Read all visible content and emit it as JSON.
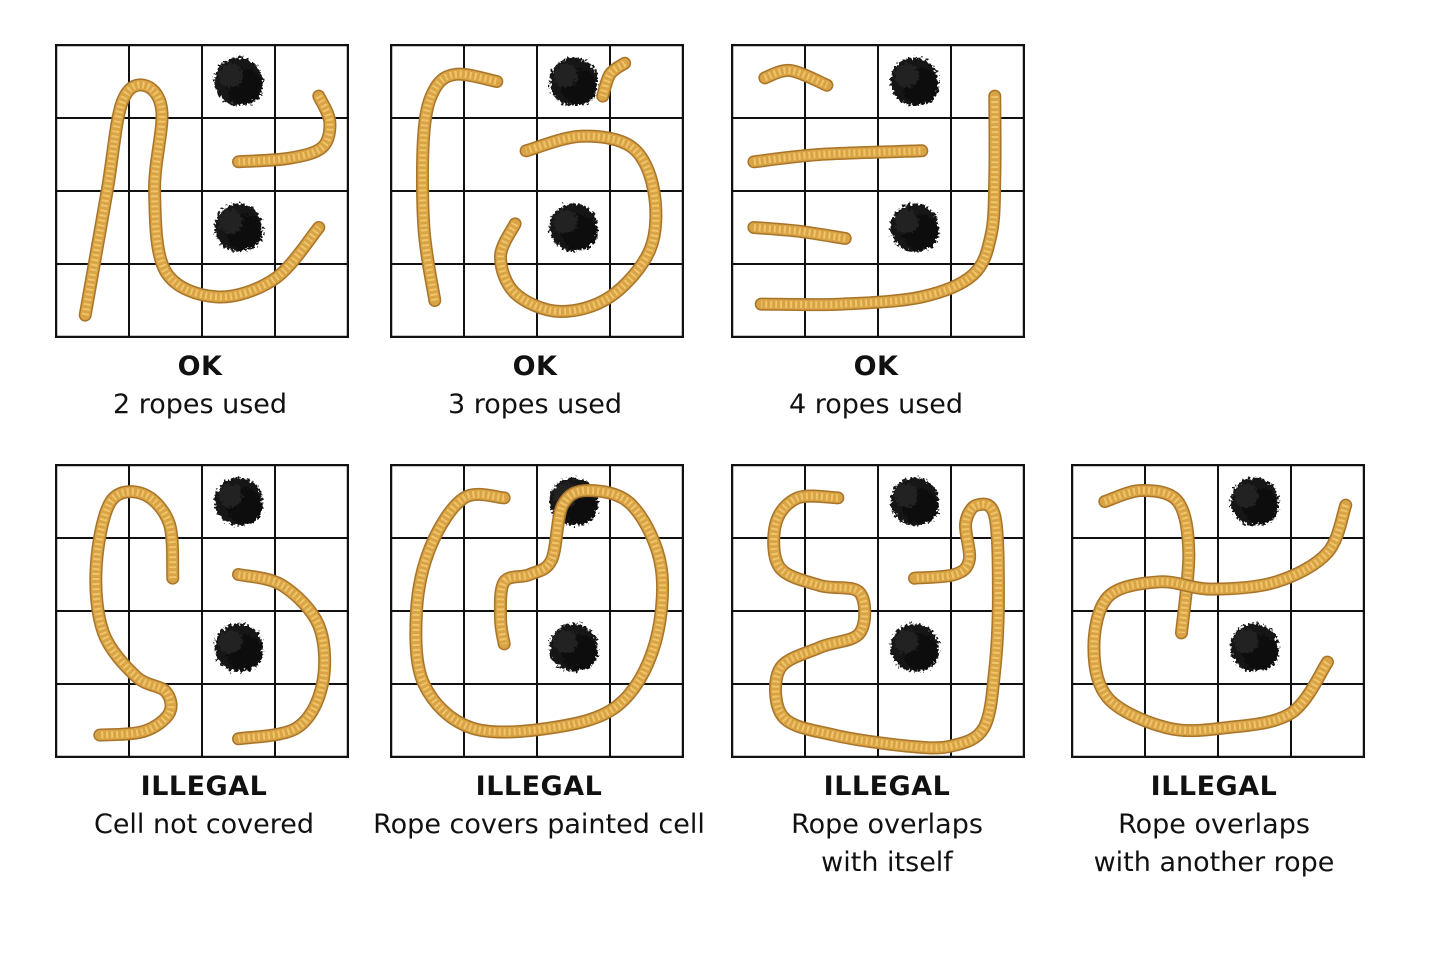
{
  "panels": [
    {
      "verdict": "OK",
      "desc": "2 ropes used",
      "painted": [
        [
          0,
          2
        ],
        [
          2,
          2
        ]
      ],
      "ropes": [
        [
          [
            0.4,
            3.7
          ],
          [
            0.7,
            2.0
          ],
          [
            0.9,
            0.8
          ],
          [
            1.2,
            0.55
          ],
          [
            1.45,
            0.9
          ],
          [
            1.35,
            2.0
          ],
          [
            1.5,
            3.1
          ],
          [
            2.2,
            3.45
          ],
          [
            3.0,
            3.2
          ],
          [
            3.6,
            2.5
          ]
        ],
        [
          [
            3.6,
            0.7
          ],
          [
            3.75,
            1.05
          ],
          [
            3.65,
            1.4
          ],
          [
            3.2,
            1.55
          ],
          [
            2.5,
            1.6
          ]
        ]
      ]
    },
    {
      "verdict": "OK",
      "desc": "3 ropes used",
      "painted": [
        [
          0,
          2
        ],
        [
          2,
          2
        ]
      ],
      "ropes": [
        [
          [
            0.6,
            3.5
          ],
          [
            0.45,
            2.5
          ],
          [
            0.45,
            1.2
          ],
          [
            0.6,
            0.6
          ],
          [
            0.9,
            0.4
          ],
          [
            1.45,
            0.5
          ]
        ],
        [
          [
            3.2,
            0.25
          ],
          [
            3.0,
            0.4
          ],
          [
            2.9,
            0.7
          ]
        ],
        [
          [
            1.7,
            2.45
          ],
          [
            1.5,
            2.9
          ],
          [
            1.7,
            3.4
          ],
          [
            2.3,
            3.65
          ],
          [
            3.0,
            3.45
          ],
          [
            3.55,
            2.8
          ],
          [
            3.6,
            2.0
          ],
          [
            3.3,
            1.4
          ],
          [
            2.6,
            1.25
          ],
          [
            1.85,
            1.45
          ]
        ]
      ]
    },
    {
      "verdict": "OK",
      "desc": "4 ropes used",
      "painted": [
        [
          0,
          2
        ],
        [
          2,
          2
        ]
      ],
      "ropes": [
        [
          [
            0.45,
            0.45
          ],
          [
            0.8,
            0.35
          ],
          [
            1.3,
            0.55
          ]
        ],
        [
          [
            0.3,
            1.6
          ],
          [
            1.2,
            1.5
          ],
          [
            2.6,
            1.45
          ]
        ],
        [
          [
            0.3,
            2.5
          ],
          [
            0.9,
            2.55
          ],
          [
            1.55,
            2.65
          ]
        ],
        [
          [
            3.6,
            0.7
          ],
          [
            3.6,
            1.8
          ],
          [
            3.55,
            2.6
          ],
          [
            3.3,
            3.15
          ],
          [
            2.6,
            3.45
          ],
          [
            1.5,
            3.55
          ],
          [
            0.4,
            3.55
          ]
        ]
      ]
    },
    {
      "verdict": "ILLEGAL",
      "desc": "Cell not covered",
      "painted": [
        [
          0,
          2
        ],
        [
          2,
          2
        ]
      ],
      "ropes": [
        [
          [
            1.6,
            1.55
          ],
          [
            1.55,
            0.8
          ],
          [
            1.2,
            0.4
          ],
          [
            0.75,
            0.5
          ],
          [
            0.55,
            1.4
          ],
          [
            0.65,
            2.3
          ],
          [
            1.1,
            2.9
          ],
          [
            1.5,
            3.1
          ],
          [
            1.55,
            3.4
          ],
          [
            1.2,
            3.65
          ],
          [
            0.6,
            3.7
          ]
        ],
        [
          [
            2.5,
            1.5
          ],
          [
            3.1,
            1.65
          ],
          [
            3.6,
            2.2
          ],
          [
            3.65,
            3.0
          ],
          [
            3.3,
            3.6
          ],
          [
            2.5,
            3.75
          ]
        ]
      ]
    },
    {
      "verdict": "ILLEGAL",
      "desc": "Rope covers painted cell",
      "painted": [
        [
          0,
          2
        ],
        [
          2,
          2
        ]
      ],
      "ropes": [
        [
          [
            1.55,
            0.45
          ],
          [
            1.0,
            0.45
          ],
          [
            0.55,
            1.1
          ],
          [
            0.35,
            2.0
          ],
          [
            0.45,
            3.0
          ],
          [
            1.1,
            3.6
          ],
          [
            2.2,
            3.6
          ],
          [
            3.1,
            3.3
          ],
          [
            3.6,
            2.5
          ],
          [
            3.7,
            1.4
          ],
          [
            3.3,
            0.55
          ],
          [
            2.7,
            0.35
          ],
          [
            2.35,
            0.55
          ],
          [
            2.2,
            1.3
          ],
          [
            1.9,
            1.5
          ],
          [
            1.55,
            1.6
          ],
          [
            1.5,
            2.1
          ],
          [
            1.55,
            2.45
          ]
        ]
      ]
    },
    {
      "verdict": "ILLEGAL",
      "desc": "Rope overlaps\nwith itself",
      "painted": [
        [
          0,
          2
        ],
        [
          2,
          2
        ]
      ],
      "ropes": [
        [
          [
            1.45,
            0.45
          ],
          [
            0.9,
            0.45
          ],
          [
            0.6,
            0.8
          ],
          [
            0.65,
            1.4
          ],
          [
            1.2,
            1.65
          ],
          [
            1.75,
            1.75
          ],
          [
            1.75,
            2.3
          ],
          [
            1.2,
            2.5
          ],
          [
            0.65,
            2.8
          ],
          [
            0.7,
            3.45
          ],
          [
            1.4,
            3.7
          ],
          [
            2.4,
            3.85
          ],
          [
            3.0,
            3.85
          ],
          [
            3.45,
            3.6
          ],
          [
            3.6,
            2.8
          ],
          [
            3.65,
            1.8
          ],
          [
            3.6,
            0.7
          ],
          [
            3.35,
            0.55
          ],
          [
            3.2,
            0.8
          ],
          [
            3.25,
            1.3
          ],
          [
            3.05,
            1.5
          ],
          [
            2.5,
            1.55
          ]
        ]
      ]
    },
    {
      "verdict": "ILLEGAL",
      "desc": "Rope overlaps\nwith another rope",
      "painted": [
        [
          0,
          2
        ],
        [
          2,
          2
        ]
      ],
      "ropes": [
        [
          [
            0.45,
            0.5
          ],
          [
            0.95,
            0.35
          ],
          [
            1.45,
            0.5
          ],
          [
            1.6,
            1.2
          ],
          [
            1.5,
            2.3
          ]
        ],
        [
          [
            3.75,
            0.55
          ],
          [
            3.5,
            1.2
          ],
          [
            2.8,
            1.6
          ],
          [
            1.9,
            1.7
          ],
          [
            1.2,
            1.6
          ],
          [
            0.5,
            1.8
          ],
          [
            0.3,
            2.5
          ],
          [
            0.5,
            3.2
          ],
          [
            1.3,
            3.6
          ],
          [
            2.1,
            3.6
          ],
          [
            3.0,
            3.4
          ],
          [
            3.5,
            2.7
          ]
        ]
      ]
    }
  ]
}
